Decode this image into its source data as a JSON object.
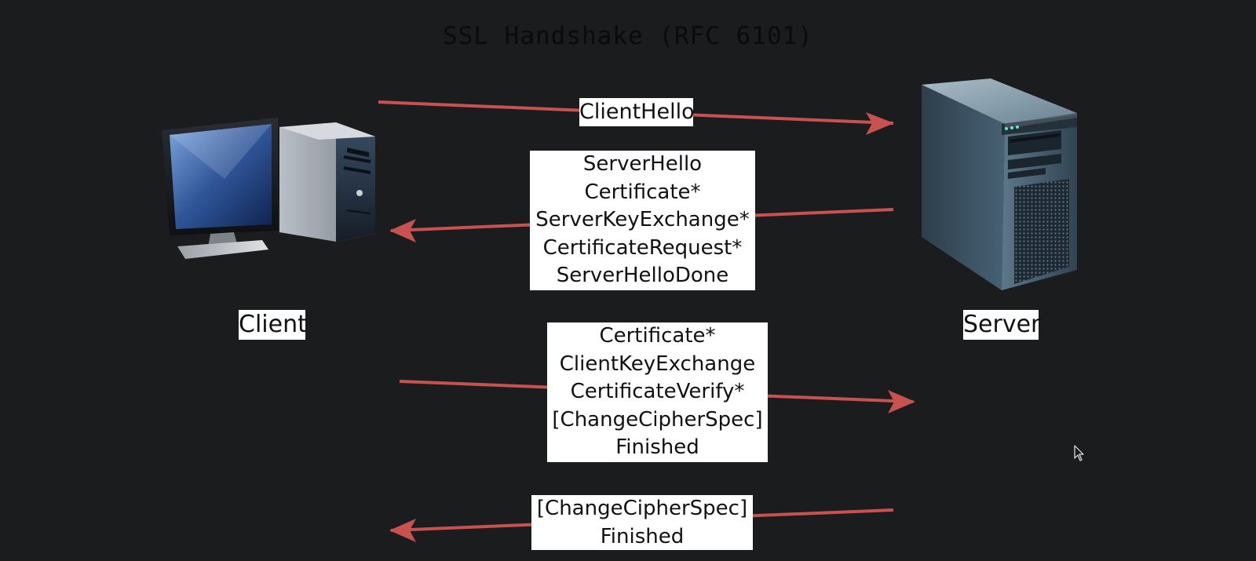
{
  "title": "SSL Handshake (RFC 6101)",
  "colors": {
    "background": "#1b1c1e",
    "arrow": "#c8524f",
    "label_bg": "#ffffff",
    "text": "#111111"
  },
  "nodes": {
    "client": {
      "label": "Client",
      "icon": "desktop-computer-icon"
    },
    "server": {
      "label": "Server",
      "icon": "server-tower-icon"
    }
  },
  "messages": [
    {
      "direction": "client-to-server",
      "lines": [
        "ClientHello"
      ]
    },
    {
      "direction": "server-to-client",
      "lines": [
        "ServerHello",
        "Certificate*",
        "ServerKeyExchange*",
        "CertificateRequest*",
        "ServerHelloDone"
      ]
    },
    {
      "direction": "client-to-server",
      "lines": [
        "Certificate*",
        "ClientKeyExchange",
        "CertificateVerify*",
        "[ChangeCipherSpec]",
        "Finished"
      ]
    },
    {
      "direction": "server-to-client",
      "lines": [
        "[ChangeCipherSpec]",
        "Finished"
      ]
    }
  ]
}
